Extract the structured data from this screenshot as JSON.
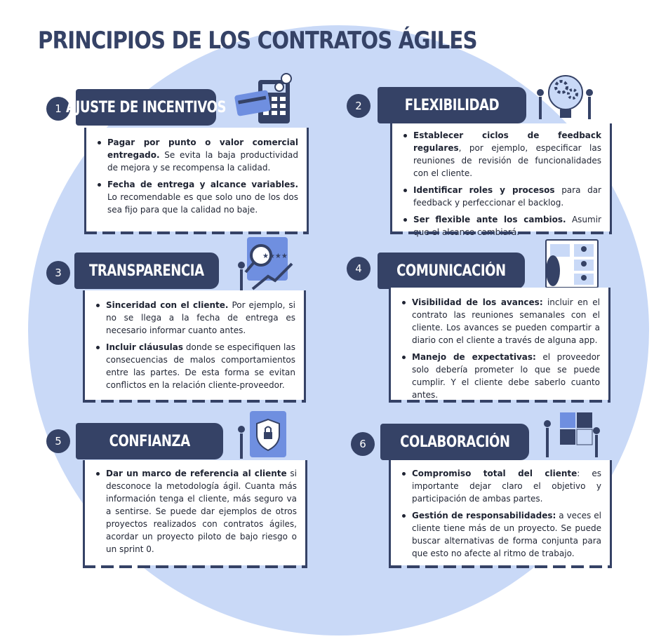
{
  "title": "PRINCIPIOS DE LOS CONTRATOS ÁGILES",
  "colors": {
    "navy": "#354266",
    "background_circle": "#c9d9f7",
    "accent_blue": "#6f8fe0"
  },
  "sections": [
    {
      "number": "1",
      "heading": "AJUSTE DE INCENTIVOS",
      "illustration": "credit-card-calculator-icon",
      "bullets": [
        {
          "bold": "Pagar por punto o valor comercial entregado.",
          "text": " Se evita la baja productividad de mejora y se recompensa la calidad."
        },
        {
          "bold": "Fecha de entrega y alcance variables.",
          "text": " Lo recomendable es que solo uno de los dos sea fijo para que la calidad no baje."
        }
      ]
    },
    {
      "number": "2",
      "heading": "FLEXIBILIDAD",
      "illustration": "lightbulb-gears-team-icon",
      "bullets": [
        {
          "bold": "Establecer ciclos de feedback regulares",
          "text": ", por ejemplo, especificar las reuniones de revisión de funcionalidades con el cliente."
        },
        {
          "bold": "Identificar roles y procesos",
          "text": " para dar feedback y perfeccionar el backlog."
        },
        {
          "bold": "Ser flexible ante los cambios.",
          "text": " Asumir que el alcance cambiará."
        }
      ]
    },
    {
      "number": "3",
      "heading": "TRANSPARENCIA",
      "illustration": "magnifier-rating-icon",
      "bullets": [
        {
          "bold": "Sinceridad con el cliente.",
          "text": " Por ejemplo, si no se llega a la fecha de entrega es necesario informar cuanto antes."
        },
        {
          "bold": "Incluir cláusulas",
          "text": " donde se especifiquen las consecuencias de malos comportamientos entre las partes. De esta forma se evitan conflictos en la relación cliente-proveedor."
        }
      ]
    },
    {
      "number": "4",
      "heading": "COMUNICACIÓN",
      "illustration": "video-call-board-icon",
      "bullets": [
        {
          "bold": "Visibilidad de los avances:",
          "text": " incluir en el contrato las reuniones semanales con el cliente. Los avances se pueden compartir a diario con el cliente a través de alguna app."
        },
        {
          "bold": "Manejo de expectativas:",
          "text": " el proveedor solo debería prometer lo que se puede cumplir. Y el cliente debe saberlo cuanto antes."
        }
      ]
    },
    {
      "number": "5",
      "heading": "CONFIANZA",
      "illustration": "security-shield-icon",
      "bullets": [
        {
          "bold": "Dar un marco de referencia al cliente",
          "text": " si desconoce la metodología ágil. Cuanta más información tenga el cliente, más seguro va a sentirse. Se puede dar ejemplos de otros proyectos realizados con contratos ágiles, acordar un proyecto piloto de bajo riesgo o un sprint 0."
        }
      ]
    },
    {
      "number": "6",
      "heading": "COLABORACIÓN",
      "illustration": "puzzle-teamwork-icon",
      "bullets": [
        {
          "bold": "Compromiso total del cliente",
          "text": ": es importante dejar claro el objetivo y participación de ambas partes."
        },
        {
          "bold": "Gestión de responsabilidades:",
          "text": " a veces el cliente tiene más de un proyecto. Se puede buscar alternativas de forma conjunta para que esto no afecte al ritmo de trabajo."
        }
      ]
    }
  ]
}
